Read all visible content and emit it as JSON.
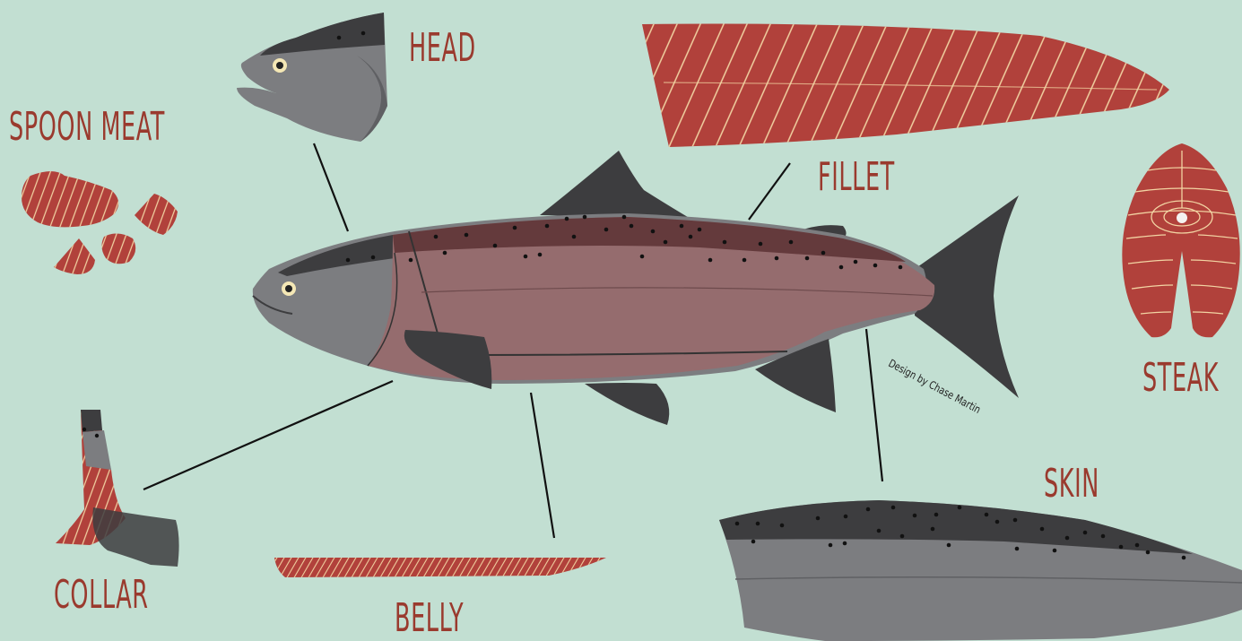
{
  "labels": {
    "head": "HEAD",
    "spoon_meat": "SPOON MEAT",
    "fillet": "FILLET",
    "steak": "STEAK",
    "skin": "SKIN",
    "collar": "COLLAR",
    "belly": "BELLY"
  },
  "credit": "Design by Chase Martin",
  "colors": {
    "background": "#c2dfd2",
    "meat": "#b1413b",
    "meat_lines": "#f2d4a3",
    "skin_dark": "#3d3d3f",
    "skin_grey": "#7c7d80",
    "body_meat": "#956c6e",
    "label": "#9a3a2e"
  }
}
